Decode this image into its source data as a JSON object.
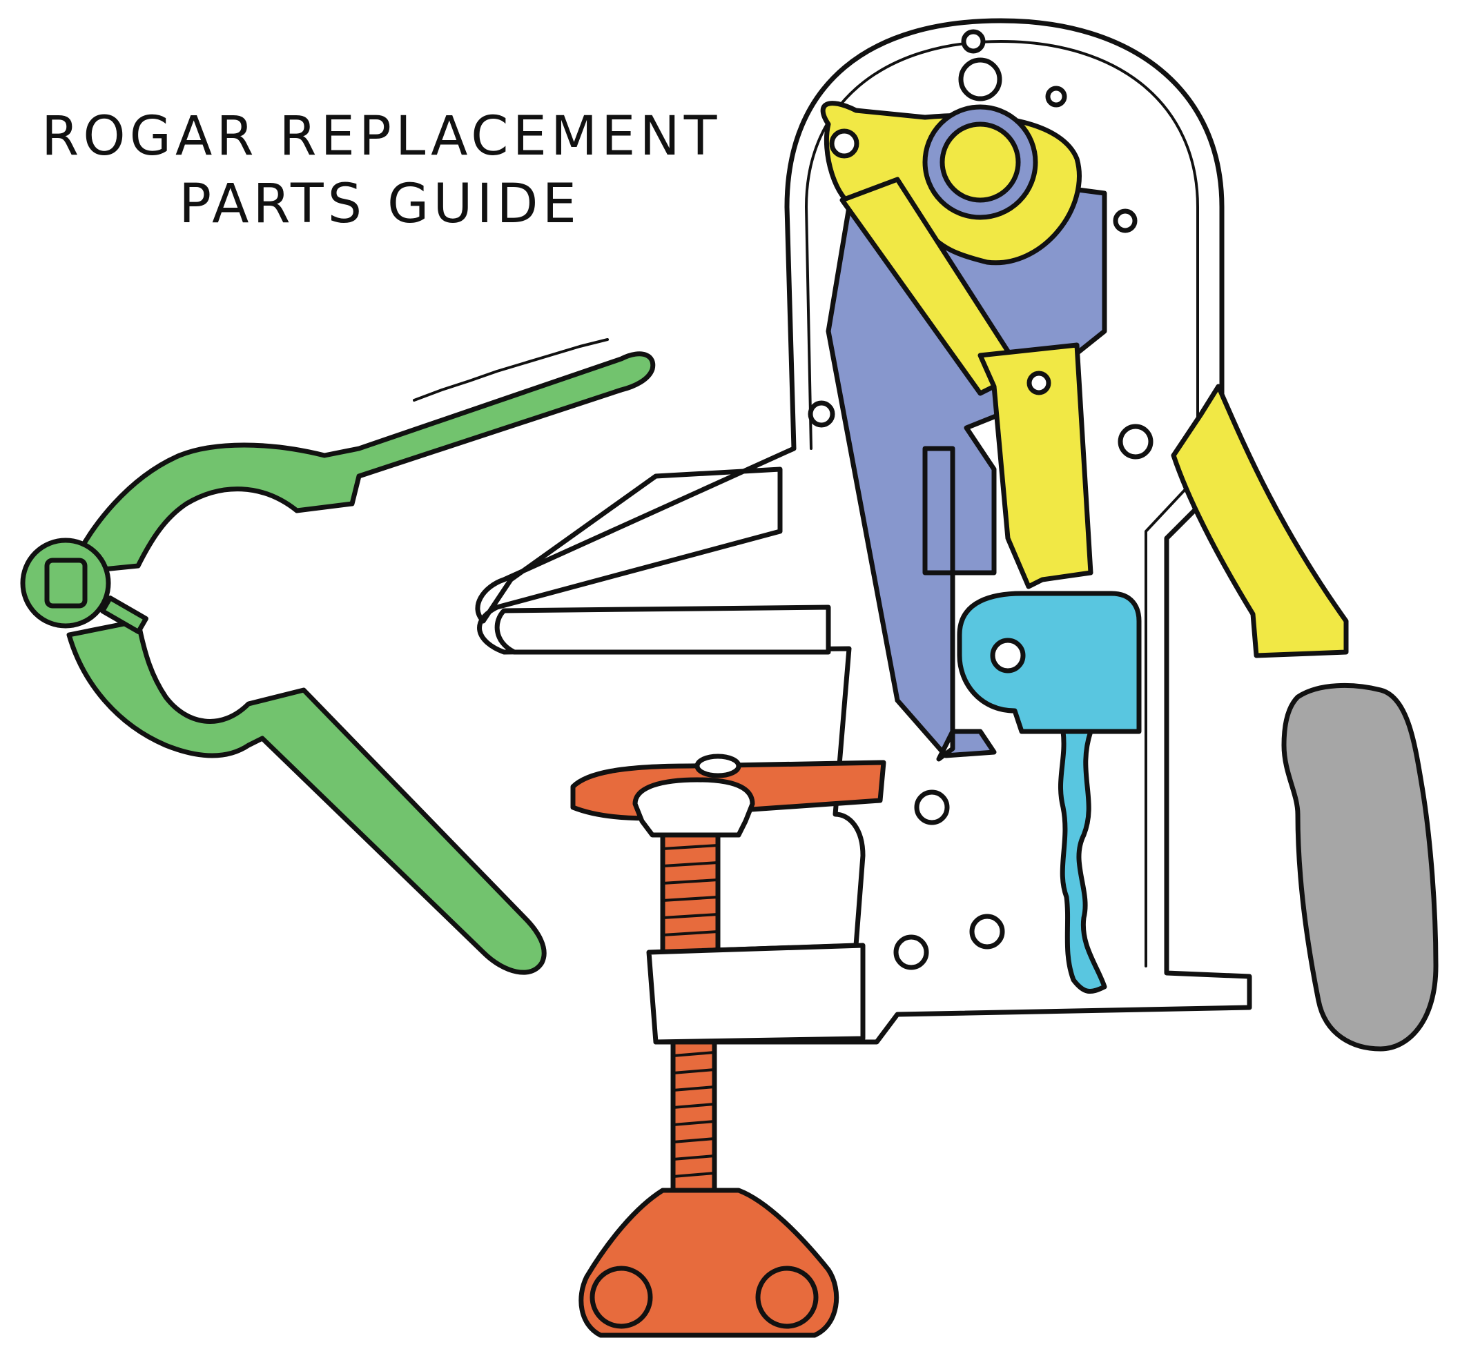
{
  "title": {
    "line1": "ROGAR REPLACEMENT",
    "line2": "PARTS GUIDE"
  },
  "colors": {
    "outline": "#111111",
    "body": "#ffffff",
    "lever": "#72c36e",
    "yellow_parts": "#f1e845",
    "purple_plate": "#8797cd",
    "blue_gear": "#59c6e0",
    "orange_clamp": "#e76b3d",
    "gray_handle": "#a6a6a6"
  },
  "parts": [
    {
      "name": "side-lever",
      "color": "lever"
    },
    {
      "name": "top-arms-and-rack",
      "color": "yellow_parts"
    },
    {
      "name": "guide-plate",
      "color": "purple_plate"
    },
    {
      "name": "gear-and-worm",
      "color": "blue_gear"
    },
    {
      "name": "clamp-screw-and-knob",
      "color": "orange_clamp"
    },
    {
      "name": "handle-grip",
      "color": "gray_handle"
    },
    {
      "name": "main-body-frame",
      "color": "body"
    }
  ]
}
